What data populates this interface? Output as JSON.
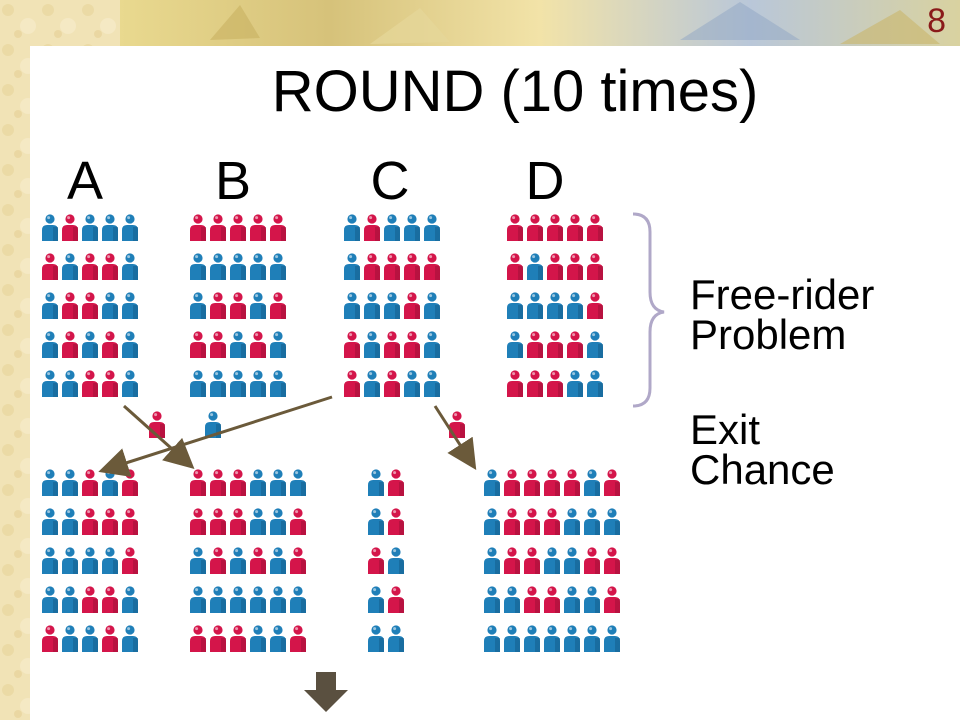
{
  "slide_number": "8",
  "title": "ROUND (10 times)",
  "groups": [
    "A",
    "B",
    "C",
    "D"
  ],
  "labels": {
    "free_rider": [
      "Free-rider",
      "Problem"
    ],
    "exit_chance": [
      "Exit",
      "Chance"
    ]
  },
  "colors": {
    "blue_person": "#1f7fb8",
    "red_person": "#d4154a",
    "arrow": "#6b5a3a",
    "brace": "#b0a8c8",
    "down_arrow": "#5a5040"
  }
}
